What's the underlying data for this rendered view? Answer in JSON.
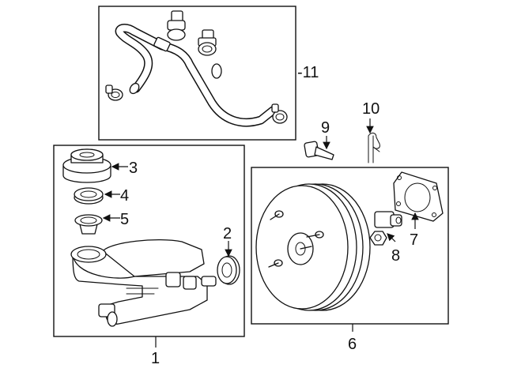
{
  "callouts": {
    "c1": "1",
    "c2": "2",
    "c3": "3",
    "c4": "4",
    "c5": "5",
    "c6": "6",
    "c7": "7",
    "c8": "8",
    "c9": "9",
    "c10": "10",
    "c11": "-11"
  },
  "colors": {
    "line": "#111111",
    "background": "#ffffff"
  }
}
